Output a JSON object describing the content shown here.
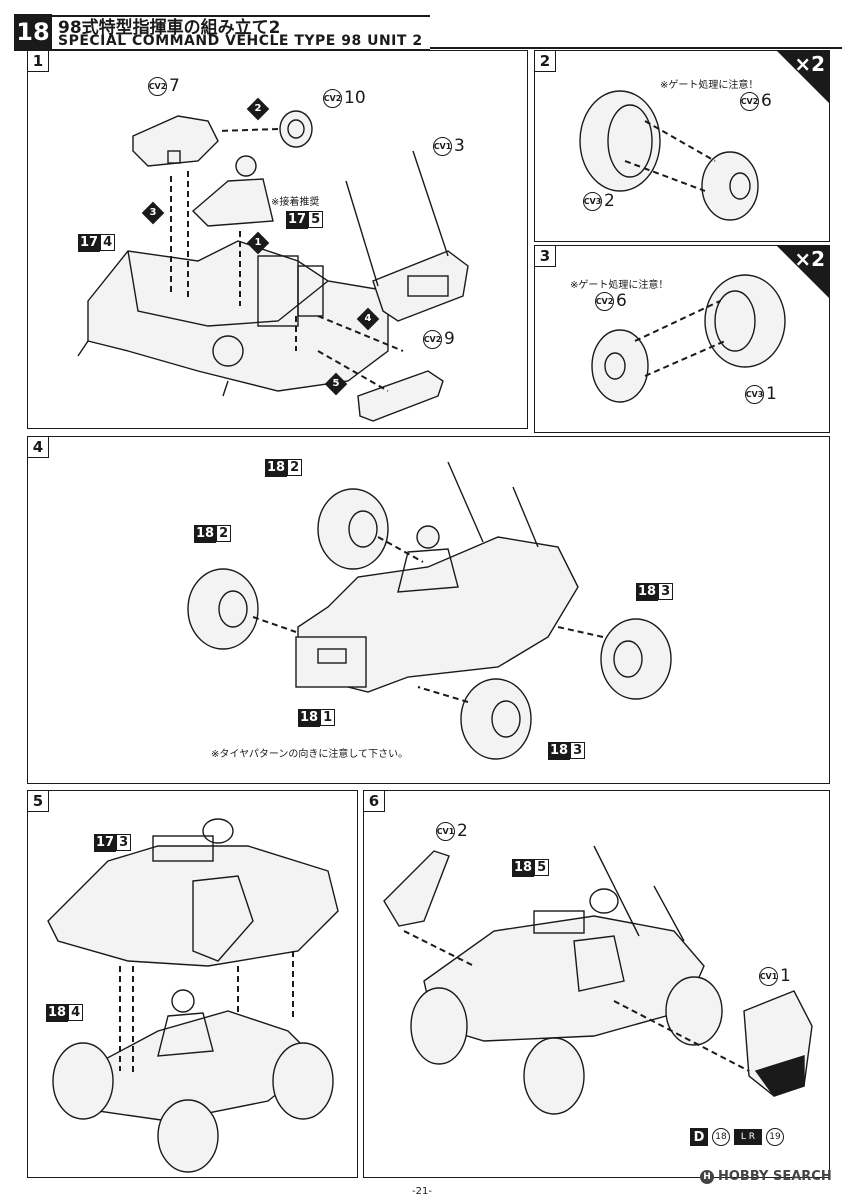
{
  "header": {
    "step_number": "18",
    "title_jp": "98式特型指揮車の組み立て2",
    "title_en": "SPECIAL COMMAND VEHCLE TYPE 98 UNIT 2"
  },
  "panels": {
    "p1": {
      "number": "1",
      "labels": {
        "cv2_7": {
          "badge": "CV2",
          "num": "7"
        },
        "cv2_10": {
          "badge": "CV2",
          "num": "10"
        },
        "cv1_3": {
          "badge": "CV1",
          "num": "3"
        },
        "cv2_9": {
          "badge": "CV2",
          "num": "9"
        },
        "b17_4": {
          "a": "17",
          "b": "4"
        },
        "b17_5": {
          "a": "17",
          "b": "5"
        }
      },
      "note": "※接着推奨",
      "order": [
        "1",
        "2",
        "3",
        "4",
        "5"
      ]
    },
    "p2": {
      "number": "2",
      "multiplier": "×2",
      "note": "※ゲート処理に注意！",
      "labels": {
        "cv2_6": {
          "badge": "CV2",
          "num": "6"
        },
        "cv3_2": {
          "badge": "CV3",
          "num": "2"
        }
      }
    },
    "p3": {
      "number": "3",
      "multiplier": "×2",
      "note": "※ゲート処理に注意！",
      "labels": {
        "cv2_6": {
          "badge": "CV2",
          "num": "6"
        },
        "cv3_1": {
          "badge": "CV3",
          "num": "1"
        }
      }
    },
    "p4": {
      "number": "4",
      "labels": {
        "b18_2a": {
          "a": "18",
          "b": "2"
        },
        "b18_2b": {
          "a": "18",
          "b": "2"
        },
        "b18_3a": {
          "a": "18",
          "b": "3"
        },
        "b18_3b": {
          "a": "18",
          "b": "3"
        },
        "b18_1": {
          "a": "18",
          "b": "1"
        }
      },
      "note": "※タイヤパターンの向きに注意して下さい。"
    },
    "p5": {
      "number": "5",
      "labels": {
        "b17_3": {
          "a": "17",
          "b": "3"
        },
        "b18_4": {
          "a": "18",
          "b": "4"
        }
      }
    },
    "p6": {
      "number": "6",
      "labels": {
        "cv1_2": {
          "badge": "CV1",
          "num": "2"
        },
        "cv1_1": {
          "badge": "CV1",
          "num": "1"
        },
        "b18_5": {
          "a": "18",
          "b": "5"
        }
      },
      "ref": {
        "d": "D",
        "c1": "18",
        "lr": "L R",
        "c2": "19"
      }
    }
  },
  "footer": {
    "page": "-21-",
    "watermark": "HOBBY SEARCH",
    "wm_logo": "H"
  }
}
